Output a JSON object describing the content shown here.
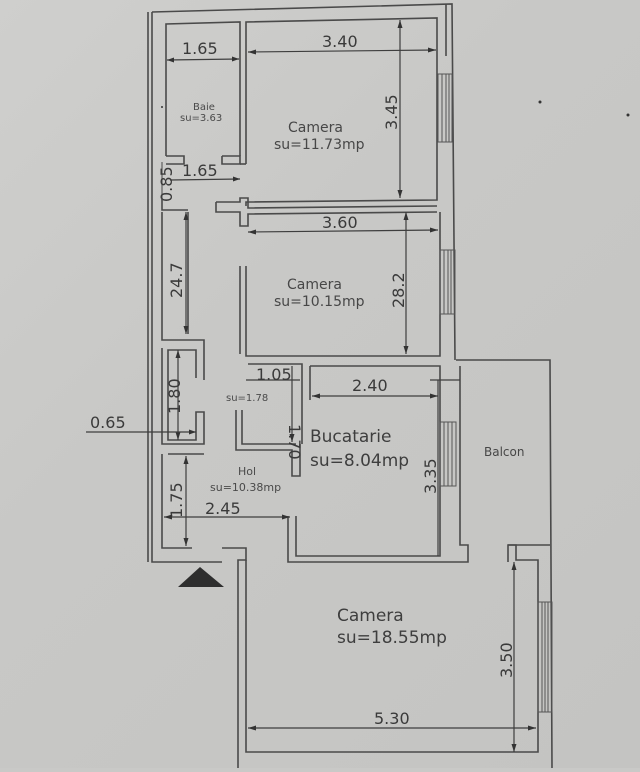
{
  "plan": {
    "type": "floor-plan",
    "units": "m",
    "rooms": [
      {
        "id": "baie",
        "name": "Baie",
        "area": "su=3.63"
      },
      {
        "id": "camera1",
        "name": "Camera",
        "area": "su=11.73mp"
      },
      {
        "id": "camera2",
        "name": "Camera",
        "area": "su=10.15mp"
      },
      {
        "id": "debara",
        "name": "",
        "area": "su=1.78"
      },
      {
        "id": "bucatarie",
        "name": "Bucatarie",
        "area": "su=8.04mp"
      },
      {
        "id": "hol",
        "name": "Hol",
        "area": "su=10.38mp"
      },
      {
        "id": "balcon",
        "name": "Balcon",
        "area": ""
      },
      {
        "id": "camera3",
        "name": "Camera",
        "area": "su=18.55mp"
      }
    ],
    "dimensions": {
      "baie_width": "1.65",
      "baie_lower_width": "1.65",
      "wall_085": "0.85",
      "camera1_width": "3.40",
      "camera1_height": "3.45",
      "camera2_width": "3.60",
      "camera2_height": "28.2",
      "corridor_247": "24.7",
      "closet_width": "1.05",
      "closet_height": "1.70",
      "kitchen_width": "2.40",
      "kitchen_height": "3.35",
      "left_180": "1.80",
      "left_065": "0.65",
      "left_175": "1.75",
      "hall_width": "2.45",
      "camera3_width": "5.30",
      "camera3_height": "3.50"
    },
    "entrance_marker": "entrance-triangle"
  }
}
